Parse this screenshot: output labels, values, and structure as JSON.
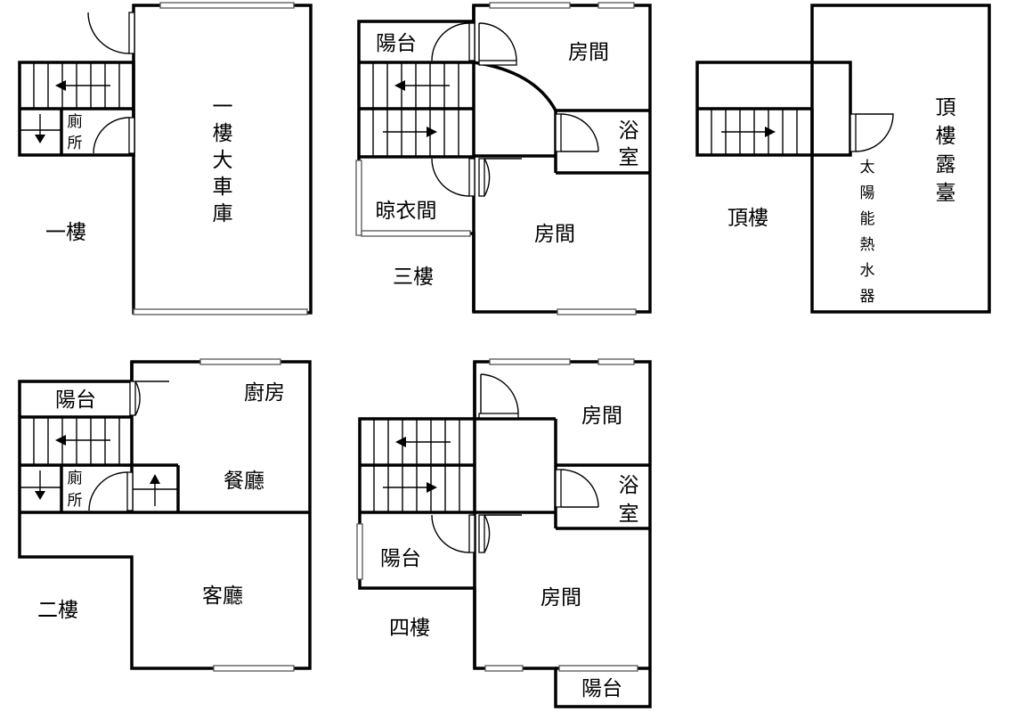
{
  "floors": {
    "f1": {
      "name": "一樓",
      "garage": [
        "一",
        "樓",
        "大",
        "車",
        "庫"
      ],
      "toilet": [
        "廁",
        "所"
      ]
    },
    "f2": {
      "name": "二樓",
      "balcony": "陽台",
      "kitchen": "廚房",
      "dining": "餐廳",
      "living": "客廳",
      "toilet": [
        "廁",
        "所"
      ]
    },
    "f3": {
      "name": "三樓",
      "balcony": "陽台",
      "room_top": "房間",
      "bath": [
        "浴",
        "室"
      ],
      "drying": "晾衣間",
      "room_bottom": "房間"
    },
    "f4": {
      "name": "四樓",
      "room_top": "房間",
      "bath": [
        "浴",
        "室"
      ],
      "balcony_left": "陽台",
      "room_bottom": "房間",
      "balcony_bottom": "陽台"
    },
    "roof": {
      "name": "頂樓",
      "terrace": [
        "頂",
        "樓",
        "露",
        "臺"
      ],
      "heater": [
        "太",
        "陽",
        "能",
        "熱",
        "水",
        "器"
      ]
    }
  }
}
